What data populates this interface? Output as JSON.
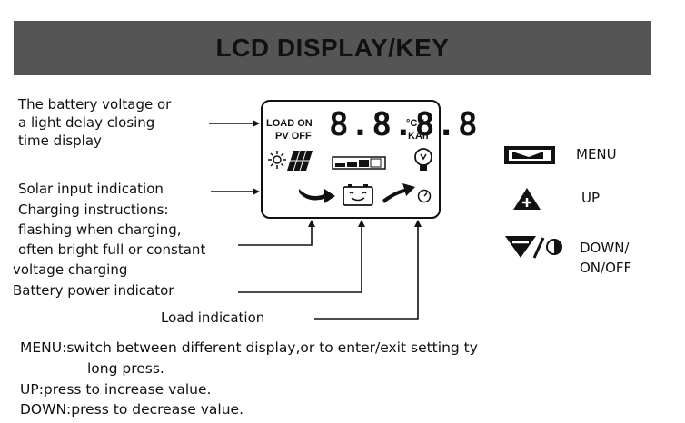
{
  "header": {
    "title": "LCD DISPLAY/KEY"
  },
  "callouts": {
    "voltage_line1": "The battery voltage or",
    "voltage_line2": "a light delay closing",
    "voltage_line3": "time display",
    "solar": "Solar input indication",
    "charging_line1": "Charging instructions:",
    "charging_line2": "flashing when charging,",
    "charging_line3": "often bright full or constant",
    "charging_line4": "voltage charging",
    "battery": "Battery power indicator",
    "load": "Load indication"
  },
  "lcd": {
    "load_on": "LOAD ON",
    "pv_off": "PV OFF",
    "digits": "8.8.8.8",
    "unit_v": "°CV",
    "unit_kah": "KAh"
  },
  "keys": [
    {
      "icon": "menu-key-icon",
      "label": "MENU"
    },
    {
      "icon": "up-key-icon",
      "label": "UP"
    },
    {
      "icon": "down-onoff-key-icon",
      "label_line1": "DOWN/",
      "label_line2": "ON/OFF"
    }
  ],
  "notes": {
    "menu_line1": "MENU:switch between different display,or to enter/exit setting ty",
    "menu_line2": "long press.",
    "up": "UP:press to increase value.",
    "down": "DOWN:press to decrease value."
  }
}
